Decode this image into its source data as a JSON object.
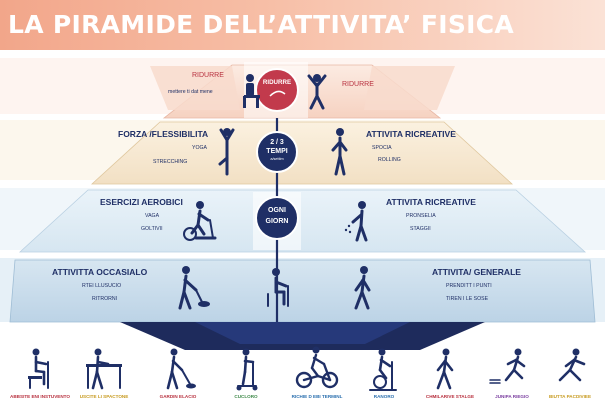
{
  "header": {
    "title": "LA PIRAMIDE DELL’ATTIVITA’ FISICA"
  },
  "colors": {
    "navy": "#1f2f66",
    "red": "#b8313f",
    "header": "#f4ad91"
  },
  "tiers": [
    {
      "center": {
        "line1": "RIDURRE",
        "line2": ""
      },
      "left": {
        "title": "RIDURRE",
        "items": [
          "mettere ti dat mene"
        ]
      },
      "right": {
        "title": "RIDURRE",
        "items": []
      }
    },
    {
      "center": {
        "line1": "2 / 3",
        "line2": "TEMPI",
        "line3": "a/settim"
      },
      "left": {
        "title": "FORZA /FLESSIBILITA",
        "items": [
          "YOGA",
          "STRECCHING"
        ]
      },
      "right": {
        "title": "ATTIVITA RICREATIVE",
        "items": [
          "SPOCIA",
          "ROLLING"
        ]
      }
    },
    {
      "center": {
        "line1": "OGNI",
        "line2": "GIORN"
      },
      "left": {
        "title": "ESERCIZI AEROBICI",
        "items": [
          "VAGA",
          "GOLTIVII"
        ]
      },
      "right": {
        "title": "ATTIVITA RICREATIVE",
        "items": [
          "PRONSELIA",
          "STAGGII"
        ]
      }
    },
    {
      "left": {
        "title": "ATTIVITTA OCCASIALO",
        "items": [
          "RTEI LLUSUCIO",
          "RITRORNI"
        ]
      },
      "right": {
        "title": "ATTIVITA/ GENERALE",
        "items": [
          "PRENDITT I PUNTI",
          "TIREN I LE SOSE"
        ]
      }
    }
  ],
  "bottom_row": [
    {
      "icon": "person-at-desk-icon",
      "label": "ABBSITE ENI INSTUVENTO",
      "color": "#b8313f"
    },
    {
      "icon": "person-at-workbench-icon",
      "label": "USCITE LI SPACTONE",
      "color": "#c79a1e"
    },
    {
      "icon": "person-gardening-icon",
      "label": "GARDIN ELACIO",
      "color": "#b8313f"
    },
    {
      "icon": "person-scooter-icon",
      "label": "CUCLORO",
      "color": "#3f8a4a"
    },
    {
      "icon": "person-cycling-icon",
      "label": "RICHIE D EBI TERMINL",
      "color": "#2a6fae"
    },
    {
      "icon": "person-exercise-bike-icon",
      "label": "RANORO",
      "color": "#2a6fae"
    },
    {
      "icon": "person-walking-icon",
      "label": "CHMILARIVE STALGE",
      "color": "#b8313f"
    },
    {
      "icon": "person-running-icon",
      "label": "JUNIPA RIEGIO",
      "color": "#7b3fa0"
    },
    {
      "icon": "person-sprinting-icon",
      "label": "BIUTTA PACDIVIEE",
      "color": "#c79a1e"
    }
  ]
}
